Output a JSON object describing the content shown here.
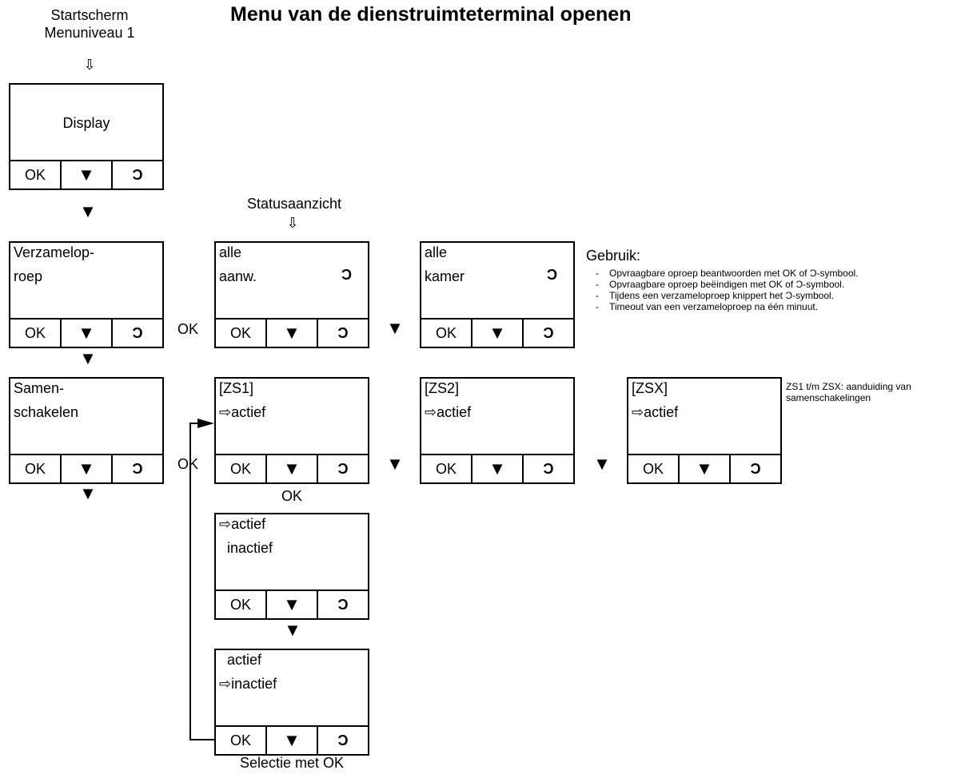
{
  "title": "Menu van de dienstruimteterminal openen",
  "start_caption": [
    "Startscherm",
    "Menuniveau 1"
  ],
  "status_caption": "Statusaanzicht",
  "open_arrow": "⇩",
  "down_arrow": "▼",
  "ok_label": "OK",
  "selection_caption": "Selectie met OK",
  "softkeys": {
    "ok": "OK",
    "down": "▼",
    "phone": "Ͻ"
  },
  "boxes": {
    "display": {
      "center": "Display"
    },
    "verzameloproep": {
      "line1": "Verzamelop-",
      "line2": "roep"
    },
    "alle_aanw": {
      "line1": "alle",
      "line2": "aanw.",
      "icon": "Ͻ"
    },
    "alle_kamer": {
      "line1": "alle",
      "line2": "kamer",
      "icon": "Ͻ"
    },
    "samenschakelen": {
      "line1": "Samen-",
      "line2": "schakelen"
    },
    "zs1": {
      "line1": "[ZS1]",
      "line2": "⇨actief"
    },
    "zs2": {
      "line1": "[ZS2]",
      "line2": "⇨actief"
    },
    "zsx": {
      "line1": "[ZSX]",
      "line2": "⇨actief"
    },
    "sel_actief": {
      "line1": "⇨actief",
      "line2": "  inactief"
    },
    "sel_inactief": {
      "line1": "  actief",
      "line2": "⇨inactief"
    }
  },
  "gebruik": {
    "title": "Gebruik:",
    "items": [
      "Opvraagbare oproep beantwoorden met OK of Ͻ-symbool.",
      "Opvraagbare oproep beëindigen met OK of Ͻ-symbool.",
      "Tijdens een verzameloproep knippert het Ͻ-symbool.",
      "Timeout van een verzameloproep na één minuut."
    ]
  },
  "zs_note": [
    "ZS1 t/m ZSX: aanduiding van",
    "samenschakelingen"
  ]
}
